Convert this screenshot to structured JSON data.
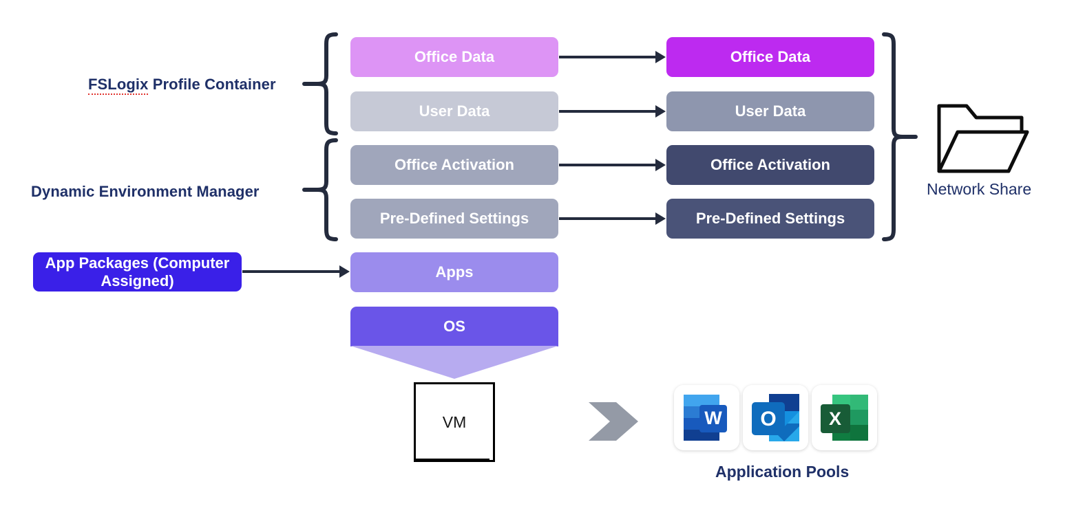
{
  "diagram": {
    "title": "FSLogix / Dynamic Environment Manager VDI profile flow",
    "labels": {
      "fslogix": "FSLogix Profile Container",
      "fslogix_word_misspelled": "FSLogix",
      "fslogix_rest": " Profile Container",
      "dem": "Dynamic Environment Manager",
      "network_share": "Network Share",
      "application_pools": "Application Pools",
      "vm": "VM"
    },
    "app_packages_box": {
      "line1": "App Packages (Computer",
      "line2": "Assigned)",
      "color": "#3a20e8"
    },
    "local_stack": [
      {
        "label": "Office Data",
        "color": "#dd94f5",
        "group": "fslogix"
      },
      {
        "label": "User Data",
        "color": "#c6c9d6",
        "group": "fslogix"
      },
      {
        "label": "Office Activation",
        "color": "#a0a6bb",
        "group": "dem"
      },
      {
        "label": "Pre-Defined Settings",
        "color": "#a0a6bb",
        "group": "dem"
      }
    ],
    "remote_stack": [
      {
        "label": "Office Data",
        "color": "#bd2af0"
      },
      {
        "label": "User Data",
        "color": "#8e96ae"
      },
      {
        "label": "Office Activation",
        "color": "#41496e"
      },
      {
        "label": "Pre-Defined Settings",
        "color": "#4a5378"
      }
    ],
    "platform_stack": [
      {
        "label": "Apps",
        "color": "#9b8ced"
      },
      {
        "label": "OS",
        "color": "#6a55e8"
      }
    ],
    "funnel_color": "#b7abf0",
    "arrow_color": "#242b3d",
    "brace_color": "#242b3d",
    "chevron_color": "#949aa6",
    "app_icons": [
      {
        "name": "word-icon",
        "letter": "W",
        "color": "#2b579a"
      },
      {
        "name": "outlook-icon",
        "letter": "O",
        "color": "#0f6cbd"
      },
      {
        "name": "excel-icon",
        "letter": "X",
        "color": "#217346"
      }
    ]
  }
}
